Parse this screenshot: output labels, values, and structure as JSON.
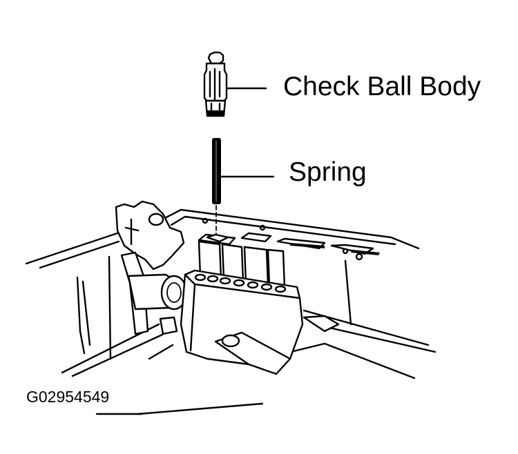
{
  "labels": {
    "check_ball_body": "Check Ball Body",
    "spring": "Spring",
    "figure_code": "G02954549"
  },
  "colors": {
    "ink": "#000000",
    "background": "#ffffff"
  }
}
